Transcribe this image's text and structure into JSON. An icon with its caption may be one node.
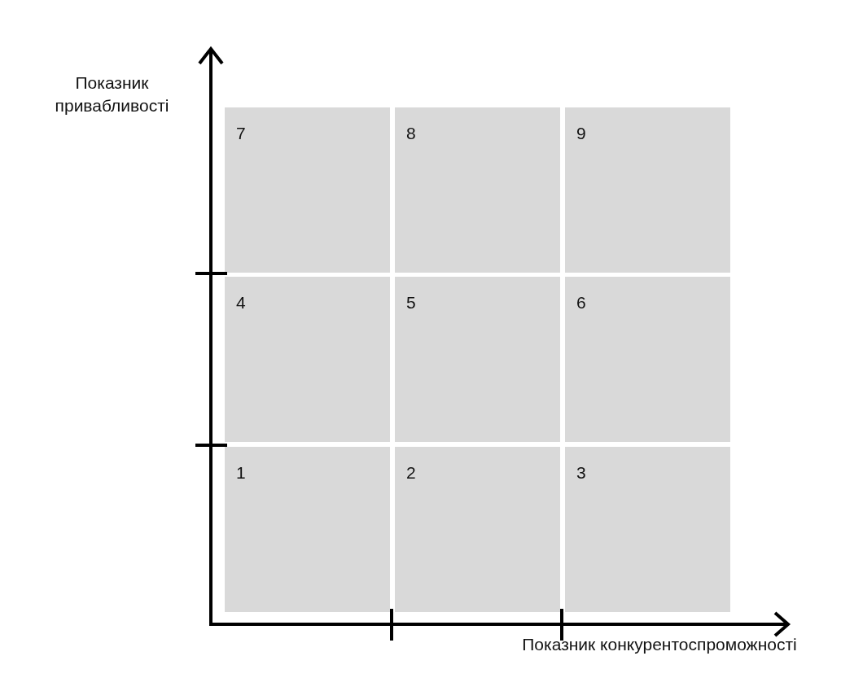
{
  "diagram": {
    "nodes": [
      {
        "text": [
          "7"
        ]
      },
      {
        "text": [
          "8"
        ]
      },
      {
        "text": [
          "9"
        ]
      },
      {
        "text": [
          "4"
        ]
      },
      {
        "text": [
          "5"
        ]
      },
      {
        "text": [
          "6"
        ]
      },
      {
        "text": [
          "1"
        ]
      },
      {
        "text": [
          "2"
        ]
      },
      {
        "text": [
          "3"
        ]
      }
    ],
    "labels": [
      "Показник привабливості",
      "Показник конкурентоспроможності"
    ]
  }
}
